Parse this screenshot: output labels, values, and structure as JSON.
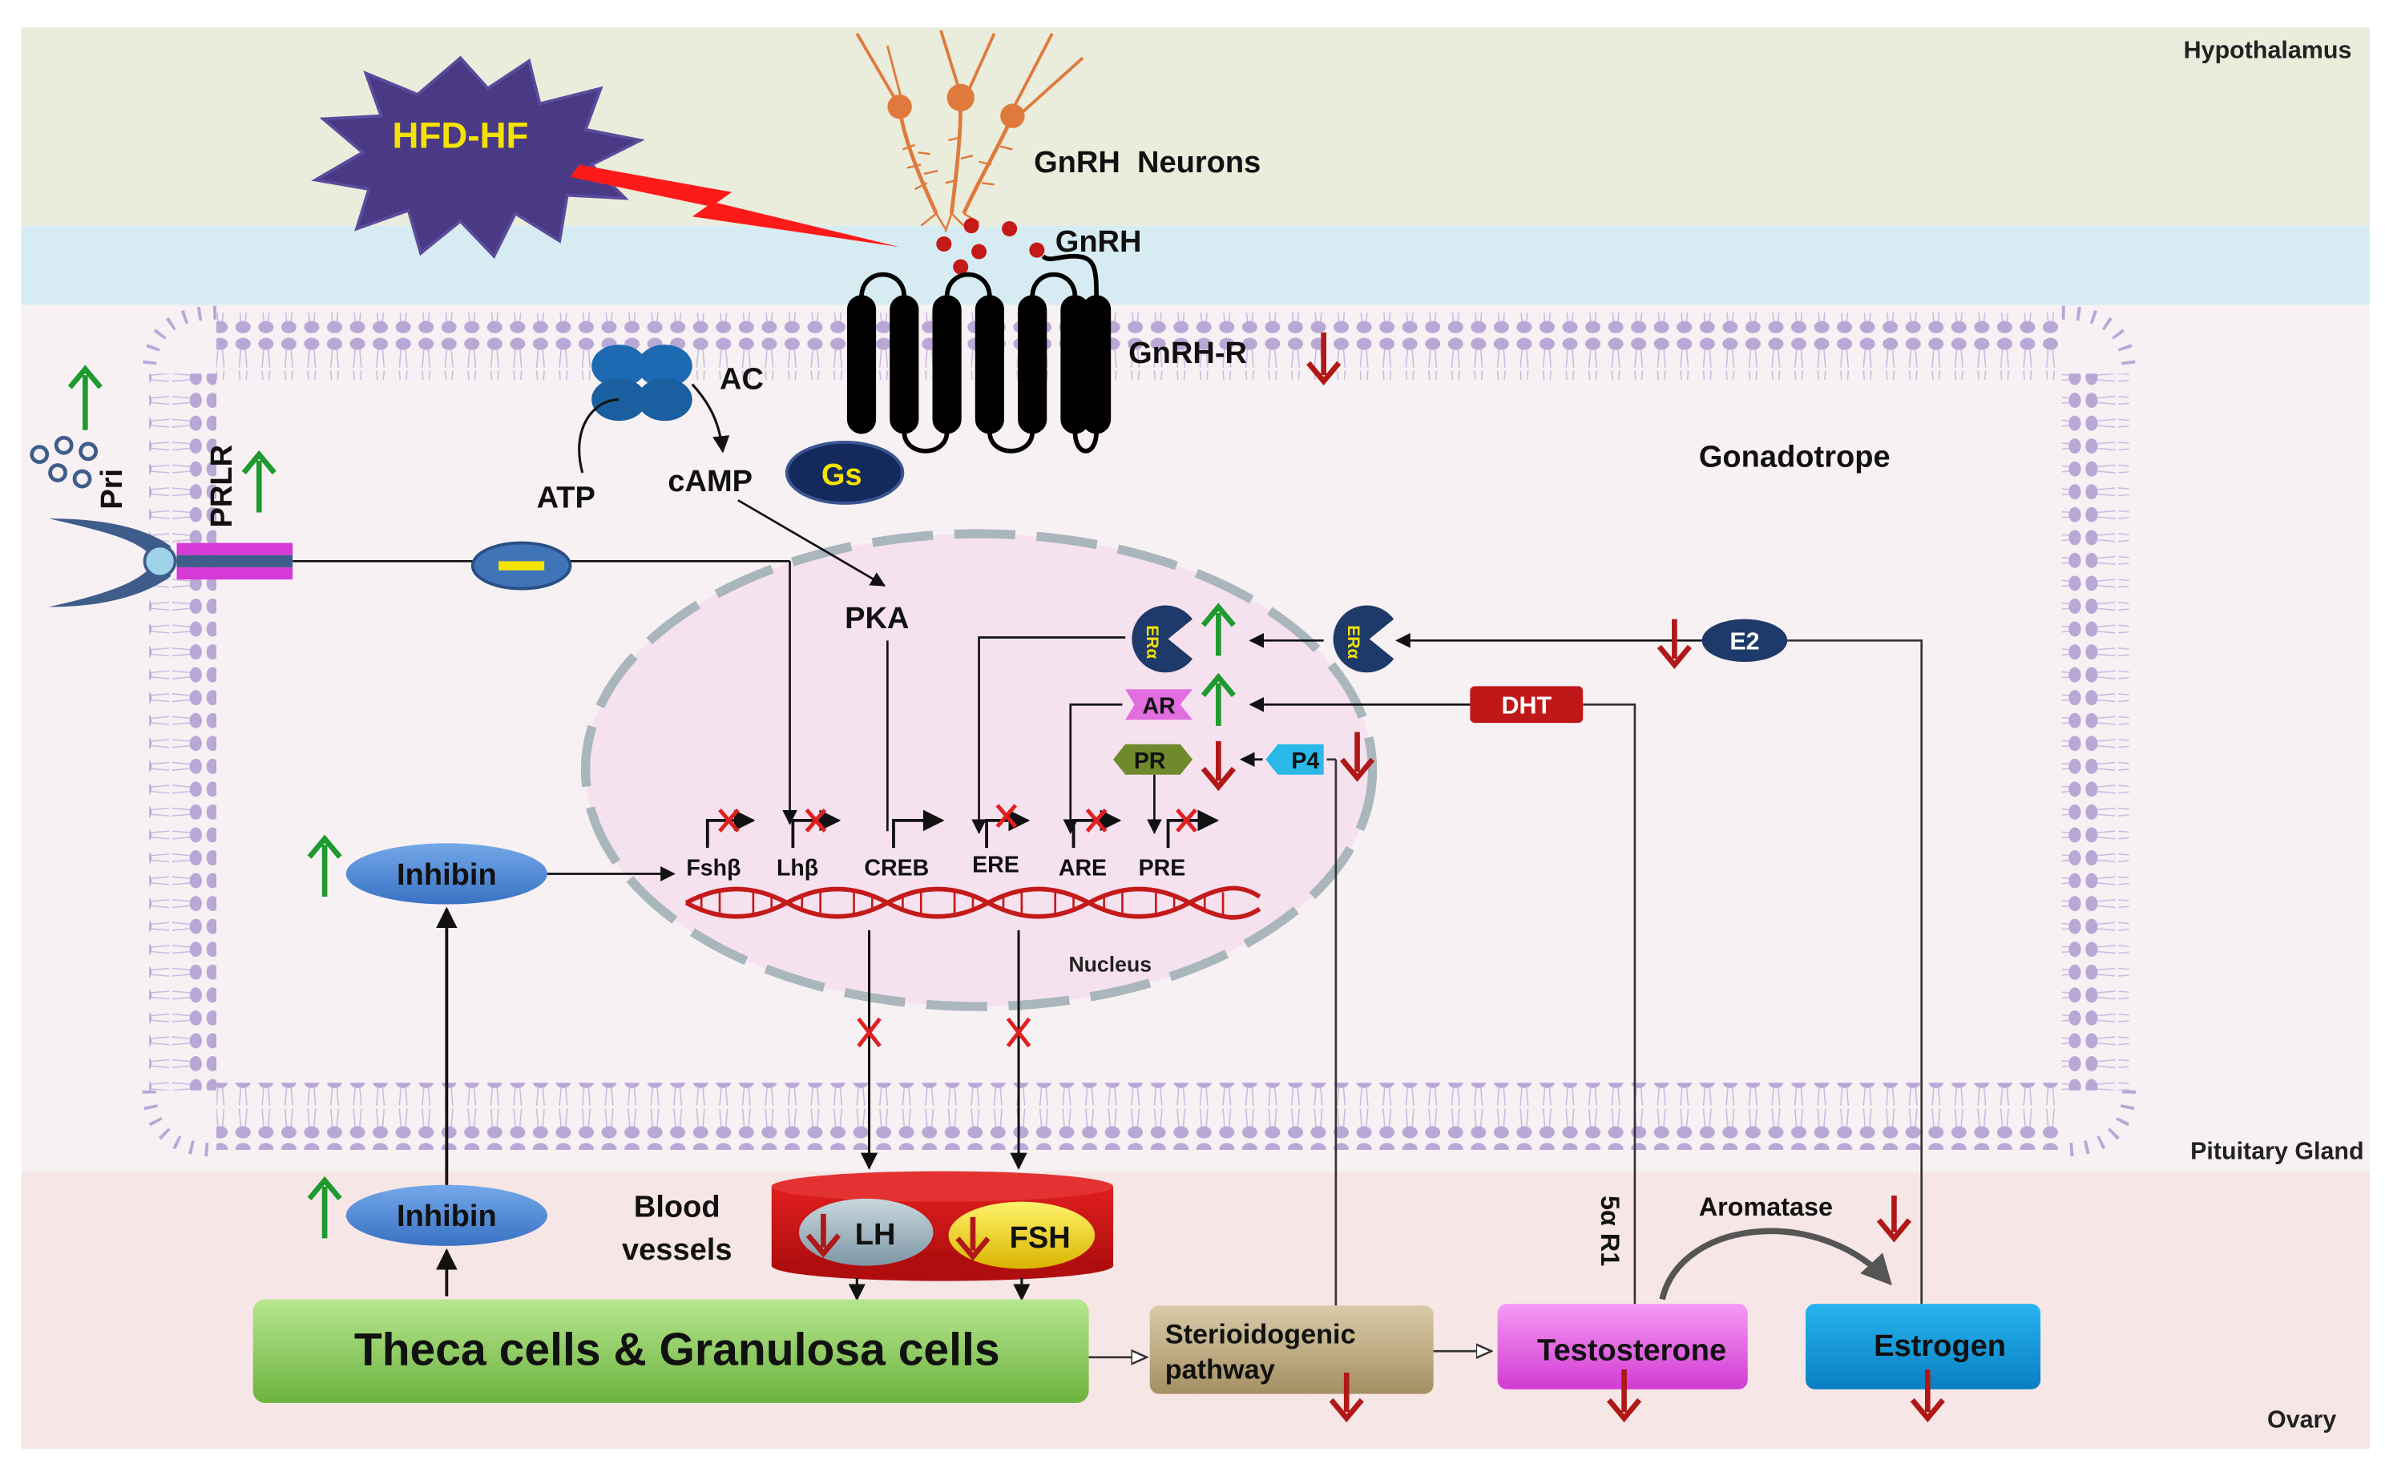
{
  "regions": {
    "hypothalamus": "Hypothalamus",
    "pituitary": "Pituitary Gland",
    "ovary": "Ovary"
  },
  "labels": {
    "hfd": "HFD-HF",
    "gnrh_neurons": "GnRH  Neurons",
    "gnrh": "GnRH",
    "gnrh_r": "GnRH-R",
    "ac": "AC",
    "atp": "ATP",
    "camp": "cAMP",
    "gs": "Gs",
    "gonadotrope": "Gonadotrope",
    "pri": "Pri",
    "prlr": "PRLR",
    "pka": "PKA",
    "nucleus": "Nucleus",
    "inhibin_top": "Inhibin",
    "inhibin_bottom": "Inhibin",
    "blood_vessels_1": "Blood",
    "blood_vessels_2": "vessels",
    "lh": "LH",
    "fsh": "FSH",
    "theca": "Theca cells & Granulosa cells",
    "steroid_1": "Sterioidogenic",
    "steroid_2": "pathway",
    "testosterone": "Testosterone",
    "estrogen": "Estrogen",
    "aromatase": "Aromatase",
    "r1": "5α R1",
    "dht": "DHT",
    "e2": "E2",
    "p4": "P4",
    "er_a_1": "ERα",
    "er_a_2": "ERα",
    "ar": "AR",
    "pr": "PR"
  },
  "genes": [
    "Fshβ",
    "Lhβ",
    "CREB",
    "ERE",
    "ARE",
    "PRE"
  ],
  "colors": {
    "up": "#1e9a2e",
    "down": "#b01818",
    "inhibit": "#e02020",
    "hypothalamus_bg": "#eaeddc",
    "band_blue": "#d7ecf2",
    "pituitary_bg": "#f7f1f4",
    "ovary_bg": "#f7e6e6",
    "membrane": "#b9a7d6",
    "nucleus_fill": "#f6e1ef"
  }
}
